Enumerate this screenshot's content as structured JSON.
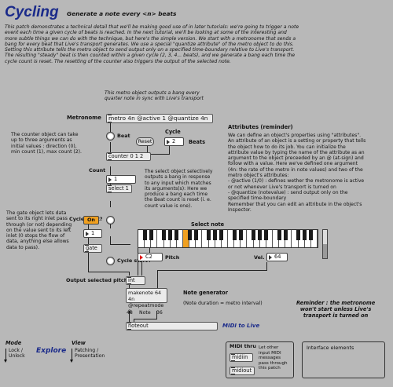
{
  "header": {
    "title": "Cycling",
    "subtitle": "Generate a note every <n> beats"
  },
  "intro": [
    "This patch demonstrates a technical detail that we'll be making good use of in later tutorials: we're going to trigger a note",
    "event each time a given cycle of beats is reached. In the next tutorial, we'll be looking at some of the interesting and",
    "more subtle things we can do with the technique, but here's the simple version. We start with a metronome that sends a",
    "bang for every beat that Live's transport generates. We use a special \"quantize attribute\" of the metro object to do this.",
    "Setting this attribute tells the metro object to send output only on a specified time-boundary relative to Live's transport.",
    "The resulting \"steady\" beat is then counted within a given cycle (2, 3, 4... beats), and we generate a bang each time the",
    "cycle count is reset. The resetting of the counter also triggers the output of the selected note."
  ],
  "metro_note": [
    "This metro object outputs a bang every",
    "quarter note in sync with Live's transport"
  ],
  "labels": {
    "metronome": "Metronome",
    "beat": "Beat",
    "cycle": "Cycle",
    "beats": "Beats",
    "count": "Count",
    "cycle_start_q": "Cycle start?",
    "cycle_start": "Cycle start",
    "select_note": "Select note",
    "pitch": "Pitch",
    "vel": "Vel.",
    "output_pitch": "Output selected pitch",
    "note_generator": "Note generator",
    "note_duration": "(Note duration = metro interval)",
    "note": "Note",
    "midi_to_live": "MIDI to Live",
    "interface_elements": "Interface elements"
  },
  "objects": {
    "metro": "metro 4n @active 1 @quantize 4n",
    "counter": "counter 0 1 2",
    "select": "select 1",
    "gate": "gate",
    "int": "int",
    "makenote_1": "makenote 64 4n",
    "makenote_2": "@repeatmode 1",
    "noteout": "noteout",
    "midiin": "midiin",
    "midiout": "midiout"
  },
  "controls": {
    "reset_button": "Reset",
    "on_toggle": "On",
    "cycle_value": "2",
    "count_value": "1",
    "gate_value": "1",
    "pitch_value": "C2",
    "vel_value": "64",
    "out_vel": "48",
    "out_note": "36"
  },
  "comments": {
    "counter": [
      "The counter object can take",
      "up to three arguments as",
      "initial values : direction (0),",
      "min count (1), max count (2)."
    ],
    "select": [
      "The select object selectively",
      "outputs a bang in response",
      "to any input which matches",
      "its arguments(s): Here we",
      "produce a bang each time",
      "the Beat count is reset (i. e.",
      "count value is one)."
    ],
    "gate": [
      "The gate object lets data",
      "sent to its right inlet pass",
      "through (or not) depending",
      "on the value sent to its left",
      "inlet (0 stops the flow of",
      "data, anything else allows",
      "data to pass)."
    ],
    "reminder": [
      "Reminder : the metronome",
      "won't start unless Live's",
      "transport is turned on"
    ],
    "midi_thru_title": "MIDI thru",
    "midi_thru": [
      "Let other",
      "input MIDI",
      "messages",
      "pass through",
      "this patch"
    ]
  },
  "attributes": {
    "title": "Attributes (reminder)",
    "lines": [
      "We can define an object's properties using \"attributes\".",
      "An attribute of an object is a setting or property that tells",
      "the object how to do its job. You can initialize the",
      "attribute value by typing the name of the attribute as an",
      "argument to the object preceeded by an @ (at-sign) and",
      "follow with a value. Here we've defined one argument",
      "(4n: the rate of the metro in note values) and two of the",
      "metro object's attributes:",
      "- @active (1/0) : defines wether the metronome is active",
      "  or not whenever Live's transport is turned on",
      "- @quantize (notevalue) : send output only on the",
      "  specified time-boundary",
      "Remember that you can edit an attribute in the object's",
      "Inspector."
    ]
  },
  "footer": {
    "mode_title": "Mode",
    "mode_lines": [
      "Lock /",
      "Unlock"
    ],
    "explore": "Explore",
    "view_title": "View",
    "view_lines": [
      "Patching /",
      "Presentation"
    ]
  },
  "colors": {
    "background": "#b8b8b8",
    "title_blue": "#1a2a8a",
    "accent_orange": "#f0a020",
    "selected_key": "#f0a020"
  },
  "keyboard": {
    "selected_key_index": 7
  }
}
